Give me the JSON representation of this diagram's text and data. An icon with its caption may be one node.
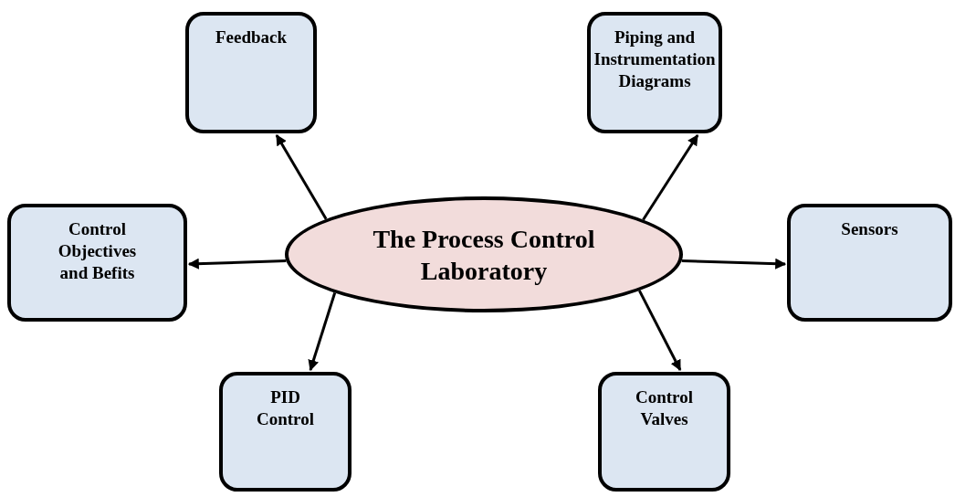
{
  "diagram": {
    "nodes": [
      {
        "text": [
          "Feedback"
        ]
      },
      {
        "text": [
          "Piping and Instrumentation Diagrams"
        ]
      },
      {
        "text": [
          "Control Objectives and Befits"
        ]
      },
      {
        "text": [
          "The Process Control Laboratory"
        ]
      },
      {
        "text": [
          "Sensors"
        ]
      },
      {
        "text": [
          "PID Control"
        ]
      },
      {
        "text": [
          "Control Valves"
        ]
      }
    ],
    "edges": [
      {
        "from": 3,
        "to": 0,
        "arrow": "to"
      },
      {
        "from": 3,
        "to": 1,
        "arrow": "to"
      },
      {
        "from": 3,
        "to": 2,
        "arrow": "to"
      },
      {
        "from": 3,
        "to": 4,
        "arrow": "to"
      },
      {
        "from": 3,
        "to": 5,
        "arrow": "to"
      },
      {
        "from": 3,
        "to": 6,
        "arrow": "to"
      }
    ]
  }
}
